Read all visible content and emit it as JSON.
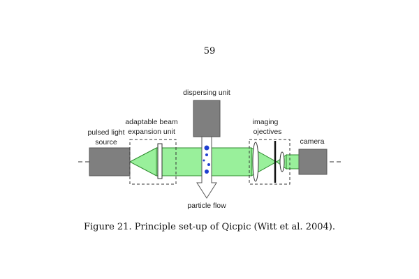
{
  "page": {
    "number": "59"
  },
  "figure": {
    "caption": "Figure 21. Principle set-up of Qicpic (Witt et al. 2004).",
    "labels": {
      "pulsed_light_source_line1": "pulsed light",
      "pulsed_light_source_line2": "source",
      "adaptable_beam_line1": "adaptable beam",
      "adaptable_beam_line2": "expansion unit",
      "dispersing_unit": "dispersing unit",
      "imaging_objectives_line1": "imaging",
      "imaging_objectives_line2": "ojectives",
      "camera": "camera",
      "particle_flow": "particle flow"
    },
    "colors": {
      "beam_fill": "#99f09b",
      "beam_stroke": "#2e8b2e",
      "unit_fill": "#7f7f7f",
      "particle": "#1f3fd0"
    }
  }
}
